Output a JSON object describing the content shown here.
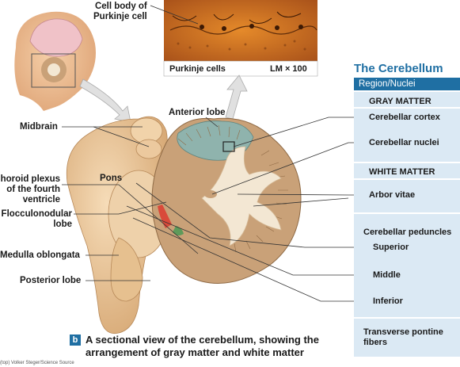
{
  "photo": {
    "callout": "Cell body of\nPurkinje cell",
    "caption_left": "Purkinje cells",
    "caption_right": "LM × 100"
  },
  "labels": {
    "midbrain": "Midbrain",
    "pons": "Pons",
    "choroid_plexus": "horoid plexus\nof the fourth\nventricle",
    "flocculonodular": "Flocculonodular\nlobe",
    "medulla": "Medulla oblongata",
    "posterior_lobe": "Posterior lobe",
    "anterior_lobe": "Anterior lobe"
  },
  "table": {
    "title": "The Cerebellum",
    "header": "Region/Nuclei",
    "gray_matter": "GRAY MATTER",
    "cerebellar_cortex": "Cerebellar cortex",
    "cerebellar_nuclei": "Cerebellar nuclei",
    "white_matter": "WHITE MATTER",
    "arbor_vitae": "Arbor vitae",
    "cerebellar_peduncles": "Cerebellar peduncles",
    "superior": "Superior",
    "middle": "Middle",
    "inferior": "Inferior",
    "transverse": "Transverse pontine\nfibers"
  },
  "caption": {
    "badge": "b",
    "text": "A sectional view of the cerebellum, showing the\narrangement of gray matter and white matter"
  },
  "credit": "(top) Volker Steger/Science Source",
  "colors": {
    "accent": "#1f6fa3",
    "table_band": "#dbe9f4",
    "brainstem": "#e8c296",
    "cerebellum_gray": "#c9a178",
    "white_matter": "#f3e7d3",
    "anterior_lobe": "#8fb3ad",
    "photo": "#c96a1e"
  }
}
